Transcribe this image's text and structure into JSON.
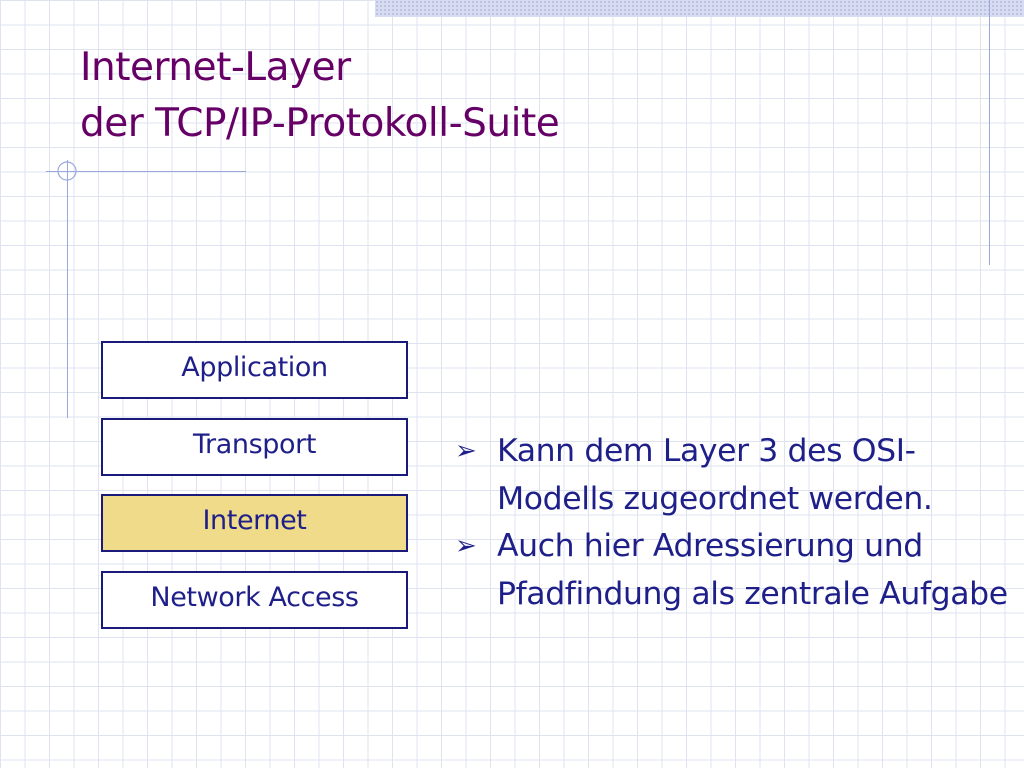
{
  "slide": {
    "title_line1": "Internet-Layer",
    "title_line2": "der TCP/IP-Protokoll-Suite"
  },
  "layers": [
    {
      "label": "Application",
      "highlighted": false
    },
    {
      "label": "Transport",
      "highlighted": false
    },
    {
      "label": "Internet",
      "highlighted": true
    },
    {
      "label": "Network Access",
      "highlighted": false
    }
  ],
  "bullets": [
    {
      "icon": "arrowhead-bullet-icon",
      "text": "Kann dem Layer 3 des OSI-Modells zugeordnet werden."
    },
    {
      "icon": "arrowhead-bullet-icon",
      "text": "Auch hier Adressierung und Pfadfindung als zentrale Aufgabe"
    }
  ],
  "colors": {
    "title": "#660066",
    "text": "#1f1f8a",
    "box_border": "#1a1a7a",
    "highlight_fill": "#efdb8a",
    "grid": "#dfe3f0",
    "accent_line": "#9aa8dc"
  }
}
